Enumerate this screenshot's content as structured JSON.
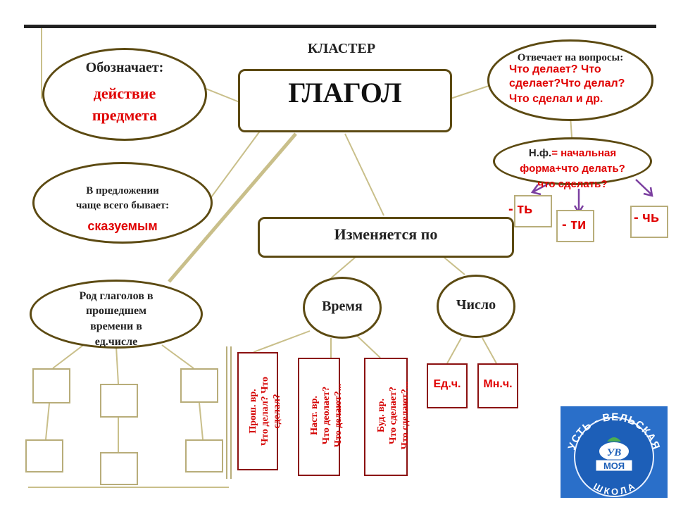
{
  "title": "КЛАСТЕР",
  "center": "ГЛАГОЛ",
  "denotes": {
    "label": "Обозначает:",
    "value_line1": "действие",
    "value_line2": "предмета"
  },
  "answers": {
    "label": "Отвечает на вопросы:",
    "line1": "Что делает? Что",
    "line2": "сделает?Что делал?",
    "line3": "Что сделал и др."
  },
  "sentence": {
    "line1": "В предложении",
    "line2": "чаще всего бывает:",
    "value": "сказуемым"
  },
  "inf_form": {
    "prefix": "Н.ф.",
    "line1_rest": "= начальная",
    "line2": "форма+что делать?",
    "line3": "что сделать?"
  },
  "suffixes": [
    "- ть",
    "- ти",
    "- чь"
  ],
  "changes": "Изменяется по",
  "time": "Время",
  "number": "Число",
  "gender": {
    "line1": "Род глаголов в",
    "line2": "прошедшем",
    "line3": "времени в",
    "line4": "ед.числе"
  },
  "past": {
    "line1": "Прош. вр.",
    "line2": "Что делал? Что",
    "line3": "сделал?"
  },
  "present": {
    "line1": "Наст. вр.",
    "line2": "Что деолает?",
    "line3": "Что делают?..."
  },
  "future": {
    "line1": "Буд. вр.",
    "line2": "Что сделает?",
    "line3": "Что сделают?..."
  },
  "singular": "Ед.ч.",
  "plural": "Мн.ч.",
  "logo": {
    "arc_text": "УСТЬ - ВЕЛЬСКАЯ",
    "bottom_text": "Ш К О Л А",
    "moya": "МОЯ",
    "initials": "УВ"
  },
  "colors": {
    "accent_red": "#e00000",
    "border_brown": "#5c4a12",
    "connector": "#c9bf8a",
    "arrow_purple": "#7b3fa0",
    "logo_blue": "#2a6fc9"
  }
}
